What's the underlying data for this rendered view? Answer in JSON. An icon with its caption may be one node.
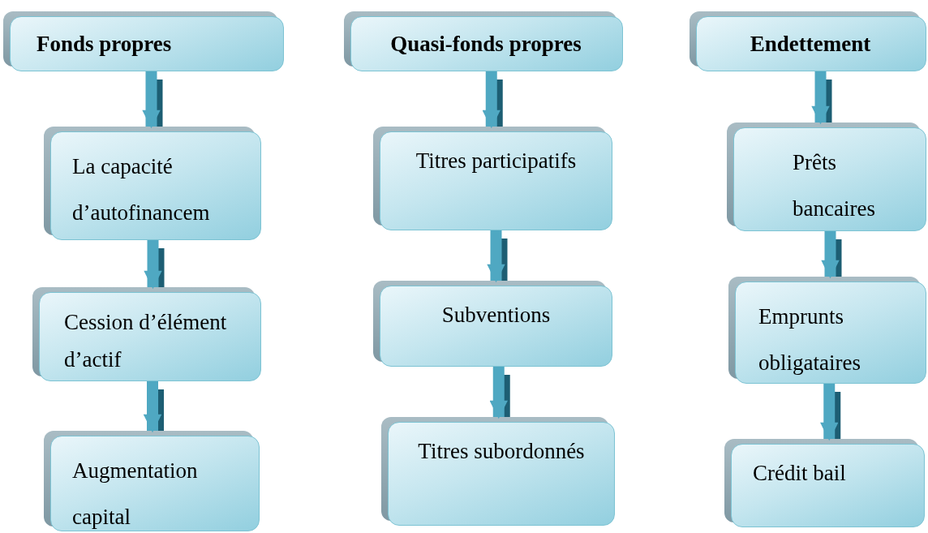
{
  "diagram": {
    "nodes": [
      {
        "text": [
          "Fonds propres"
        ]
      },
      {
        "text": [
          "La capacité d’autofinancem"
        ]
      },
      {
        "text": [
          "Cession d’élément d’actif"
        ]
      },
      {
        "text": [
          "Augmentation capital"
        ]
      },
      {
        "text": [
          "Quasi-fonds propres"
        ]
      },
      {
        "text": [
          "Titres participatifs"
        ]
      },
      {
        "text": [
          "Subventions"
        ]
      },
      {
        "text": [
          "Titres subordonnés"
        ]
      },
      {
        "text": [
          "Endettement"
        ]
      },
      {
        "text": [
          "Prêts bancaires"
        ]
      },
      {
        "text": [
          "Emprunts obligataires"
        ]
      },
      {
        "text": [
          "Crédit bail"
        ]
      }
    ],
    "edges": [
      {
        "from": 0,
        "to": 1,
        "arrow": "to"
      },
      {
        "from": 1,
        "to": 2,
        "arrow": "to"
      },
      {
        "from": 2,
        "to": 3,
        "arrow": "to"
      },
      {
        "from": 4,
        "to": 5,
        "arrow": "to"
      },
      {
        "from": 5,
        "to": 6,
        "arrow": "to"
      },
      {
        "from": 6,
        "to": 7,
        "arrow": "to"
      },
      {
        "from": 8,
        "to": 9,
        "arrow": "to"
      },
      {
        "from": 9,
        "to": 10,
        "arrow": "to"
      },
      {
        "from": 10,
        "to": 11,
        "arrow": "to"
      }
    ]
  }
}
